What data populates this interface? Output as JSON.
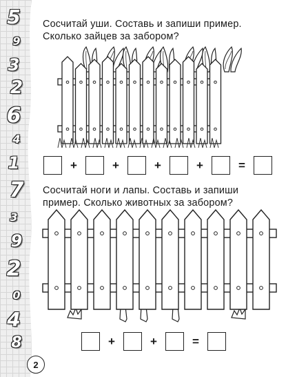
{
  "side_numbers": [
    "5",
    "9",
    "3",
    "2",
    "6",
    "4",
    "1",
    "7",
    "3",
    "9",
    "2",
    "0",
    "4",
    "8"
  ],
  "page_number": "2",
  "task1": {
    "line1": "Сосчитай уши. Составь и запиши пример.",
    "line2": "Сколько зайцев за забором?",
    "operators": [
      "+",
      "+",
      "+",
      "+",
      "="
    ]
  },
  "task2": {
    "line1": "Сосчитай ноги и лапы. Составь и запиши",
    "line2": "пример. Сколько животных за забором?",
    "operators": [
      "+",
      "+",
      "="
    ]
  }
}
